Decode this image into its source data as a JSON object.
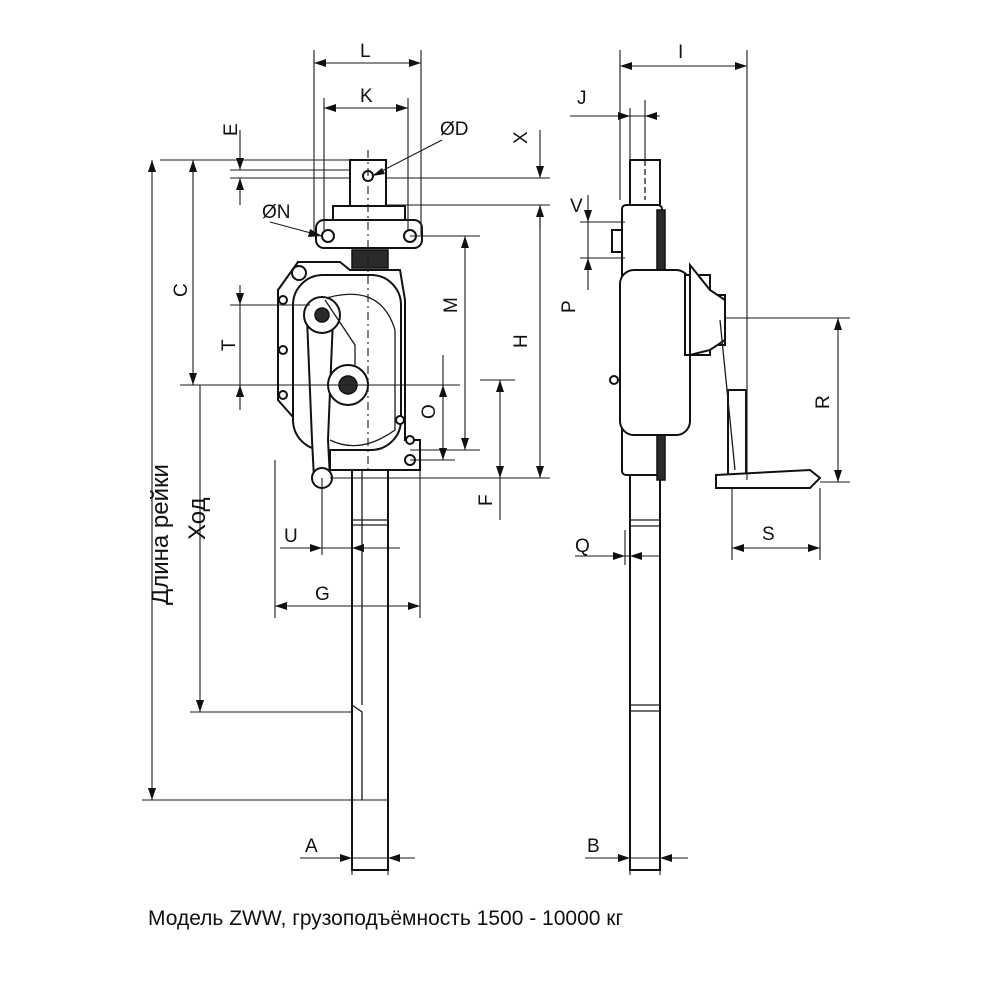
{
  "caption": "Модель ZWW, грузоподъёмность 1500 - 10000 кг",
  "front_view": {
    "labels": {
      "L": "L",
      "K": "K",
      "E": "E",
      "D": "ØD",
      "N": "ØN",
      "C": "C",
      "T": "T",
      "M": "M",
      "H": "H",
      "O": "O",
      "F": "F",
      "U": "U",
      "G": "G",
      "A": "A",
      "X": "X",
      "rack_length": "Длина рейки",
      "stroke": "Ход"
    }
  },
  "side_view": {
    "labels": {
      "I": "I",
      "J": "J",
      "V": "V",
      "P": "P",
      "R": "R",
      "Q": "Q",
      "S": "S",
      "B": "B"
    }
  }
}
